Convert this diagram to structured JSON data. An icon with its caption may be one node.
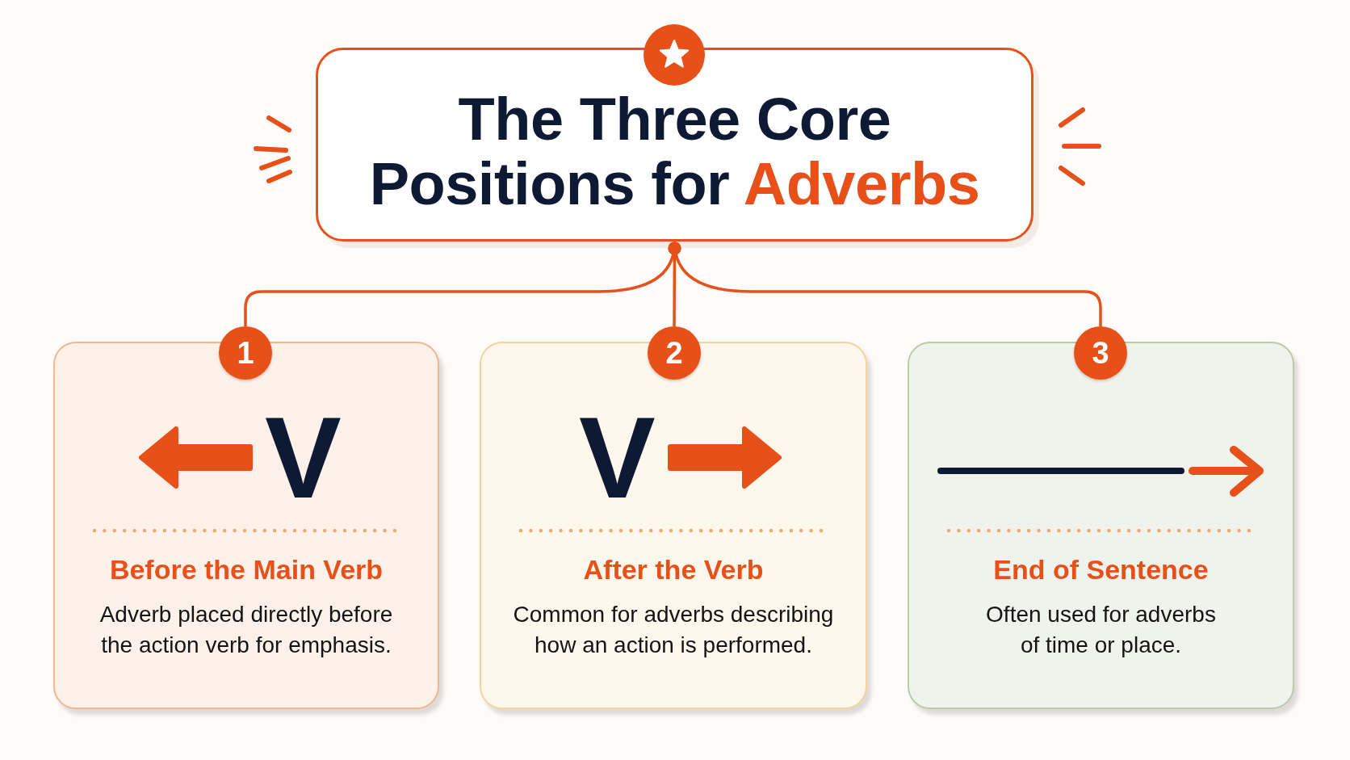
{
  "diagram": {
    "nodes": [
      {
        "text": [
          "The Three Core Positions for Adverbs"
        ]
      },
      {
        "text": [
          "1"
        ]
      },
      {
        "text": [
          "V",
          "Before the Main Verb",
          "Adverb placed directly before the action verb for emphasis."
        ]
      },
      {
        "text": [
          "2"
        ]
      },
      {
        "text": [
          "V",
          "After the Verb",
          "Common for adverbs describing how an action is performed."
        ]
      },
      {
        "text": [
          "3"
        ]
      },
      {
        "text": [
          "End of Sentence",
          "Often used for adverbs of time or place."
        ]
      }
    ],
    "edges": [
      {
        "from": 0,
        "to": 1,
        "arrow": "other"
      },
      {
        "from": 0,
        "to": 3,
        "arrow": "other"
      },
      {
        "from": 0,
        "to": 5,
        "arrow": "other"
      }
    ]
  }
}
